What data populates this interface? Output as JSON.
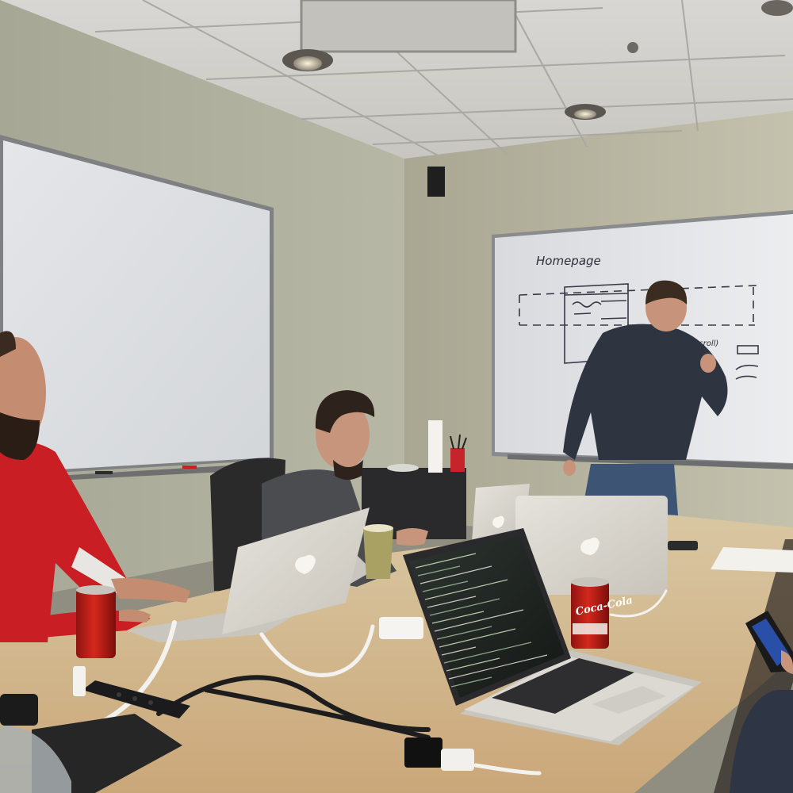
{
  "scene": {
    "description_label": "Meeting room photo"
  },
  "whiteboard": {
    "heading": "Homepage",
    "note": "(scroll)"
  },
  "can_label": "Coca-Cola"
}
